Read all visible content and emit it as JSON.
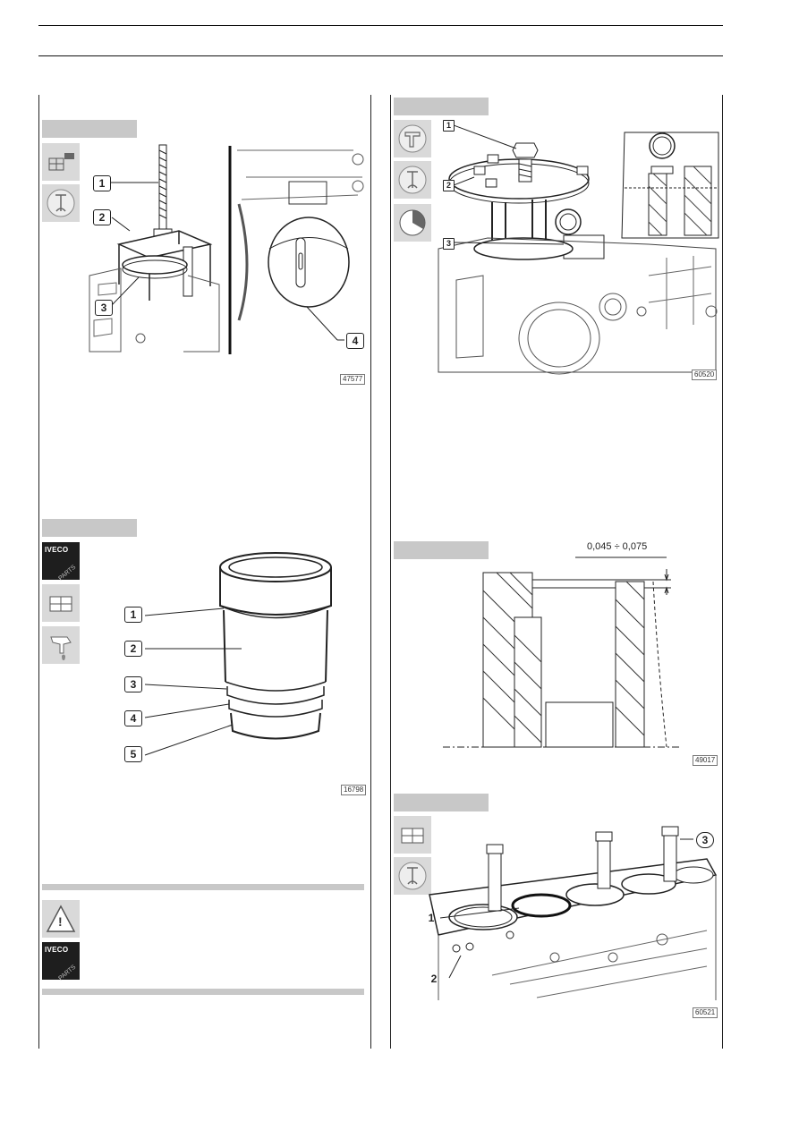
{
  "figures": {
    "fig_top_left": {
      "code": "47577",
      "callouts": [
        "1",
        "2",
        "3",
        "4"
      ]
    },
    "fig_top_right": {
      "code": "60520",
      "callouts": [
        "1",
        "2",
        "3"
      ]
    },
    "fig_mid_left": {
      "code": "16798",
      "callouts": [
        "1",
        "2",
        "3",
        "4",
        "5"
      ]
    },
    "fig_mid_right": {
      "code": "49017",
      "dimension": "0,045 ÷ 0,075"
    },
    "fig_bottom_right": {
      "code": "60521",
      "callouts": [
        "1",
        "2",
        "3"
      ]
    }
  },
  "icons": {
    "iveco_brand": "IVECO",
    "parts_label": "PARTS",
    "warning_glyph": "!"
  }
}
